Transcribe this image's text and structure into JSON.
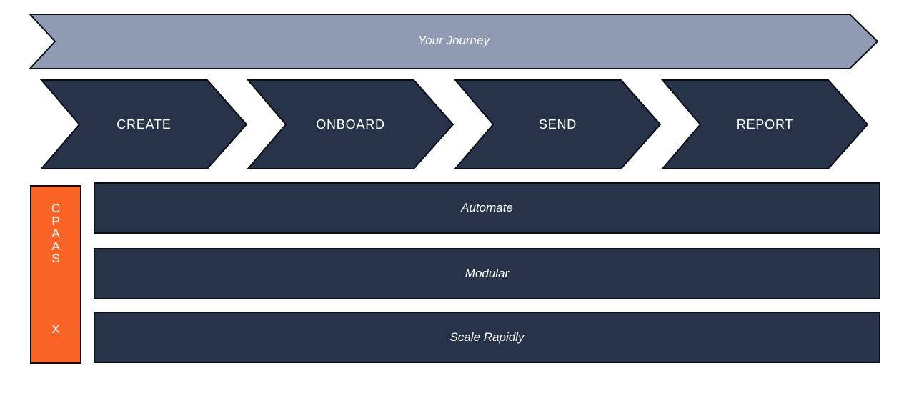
{
  "banner": {
    "label": "Your Journey"
  },
  "journey_steps": [
    {
      "label": "CREATE"
    },
    {
      "label": "ONBOARD"
    },
    {
      "label": "SEND"
    },
    {
      "label": "REPORT"
    }
  ],
  "cpaas_box": {
    "letters": [
      "C",
      "P",
      "A",
      "A",
      "S"
    ],
    "x_label": "X"
  },
  "capability_bars": [
    {
      "label": "Automate"
    },
    {
      "label": "Modular"
    },
    {
      "label": "Scale Rapidly"
    }
  ],
  "colors": {
    "banner_fill": "#8E9BB3",
    "step_fill": "#263349",
    "bar_fill": "#263349",
    "cpaas_fill": "#FA6426",
    "outline": "#0B0E15",
    "text": "#FFFFFF"
  }
}
